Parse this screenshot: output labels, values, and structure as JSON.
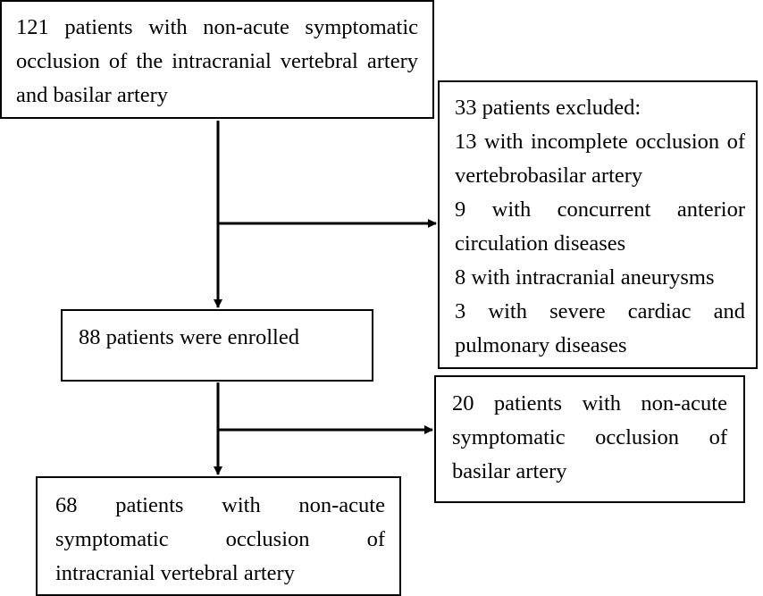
{
  "boxes": {
    "screened": {
      "lines": [
        "121 patients with non-acute symptomatic occlusion of the intracranial vertebral artery and basilar artery"
      ]
    },
    "excluded": {
      "lines": [
        "33 patients excluded:",
        "13 with incomplete occlusion of vertebrobasilar artery",
        "9 with concurrent anterior circulation diseases",
        "8 with intracranial aneurysms",
        "3 with severe cardiac and pulmonary diseases"
      ]
    },
    "enrolled": {
      "lines": [
        "88 patients were enrolled"
      ]
    },
    "basilar": {
      "lines": [
        "20 patients with non-acute symptomatic occlusion of basilar artery"
      ]
    },
    "vertebral": {
      "lines": [
        "68 patients with non-acute symptomatic occlusion of intracranial vertebral artery"
      ]
    }
  },
  "colors": {
    "stroke": "#000000",
    "background": "#ffffff"
  }
}
